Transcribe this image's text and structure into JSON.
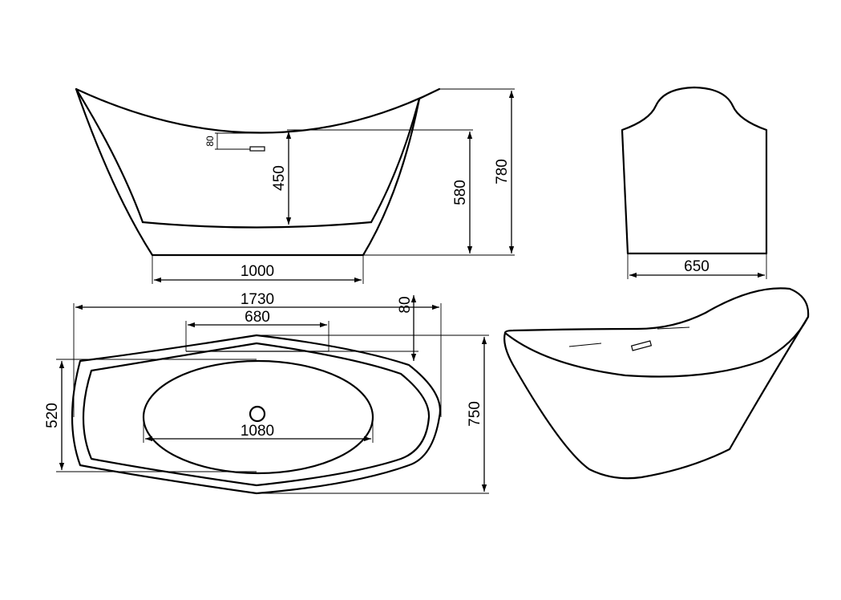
{
  "dimensions": {
    "front_base_width": "1000",
    "front_overflow_height": "80",
    "front_water_depth": "450",
    "front_inner_height": "580",
    "front_total_height": "780",
    "side_base_width": "650",
    "top_total_length": "1730",
    "top_base_length": "680",
    "top_rim_offset": "80",
    "top_inner_length": "1080",
    "top_inner_width": "520",
    "top_total_width": "750"
  },
  "colors": {
    "line": "#000000",
    "background": "#ffffff"
  }
}
